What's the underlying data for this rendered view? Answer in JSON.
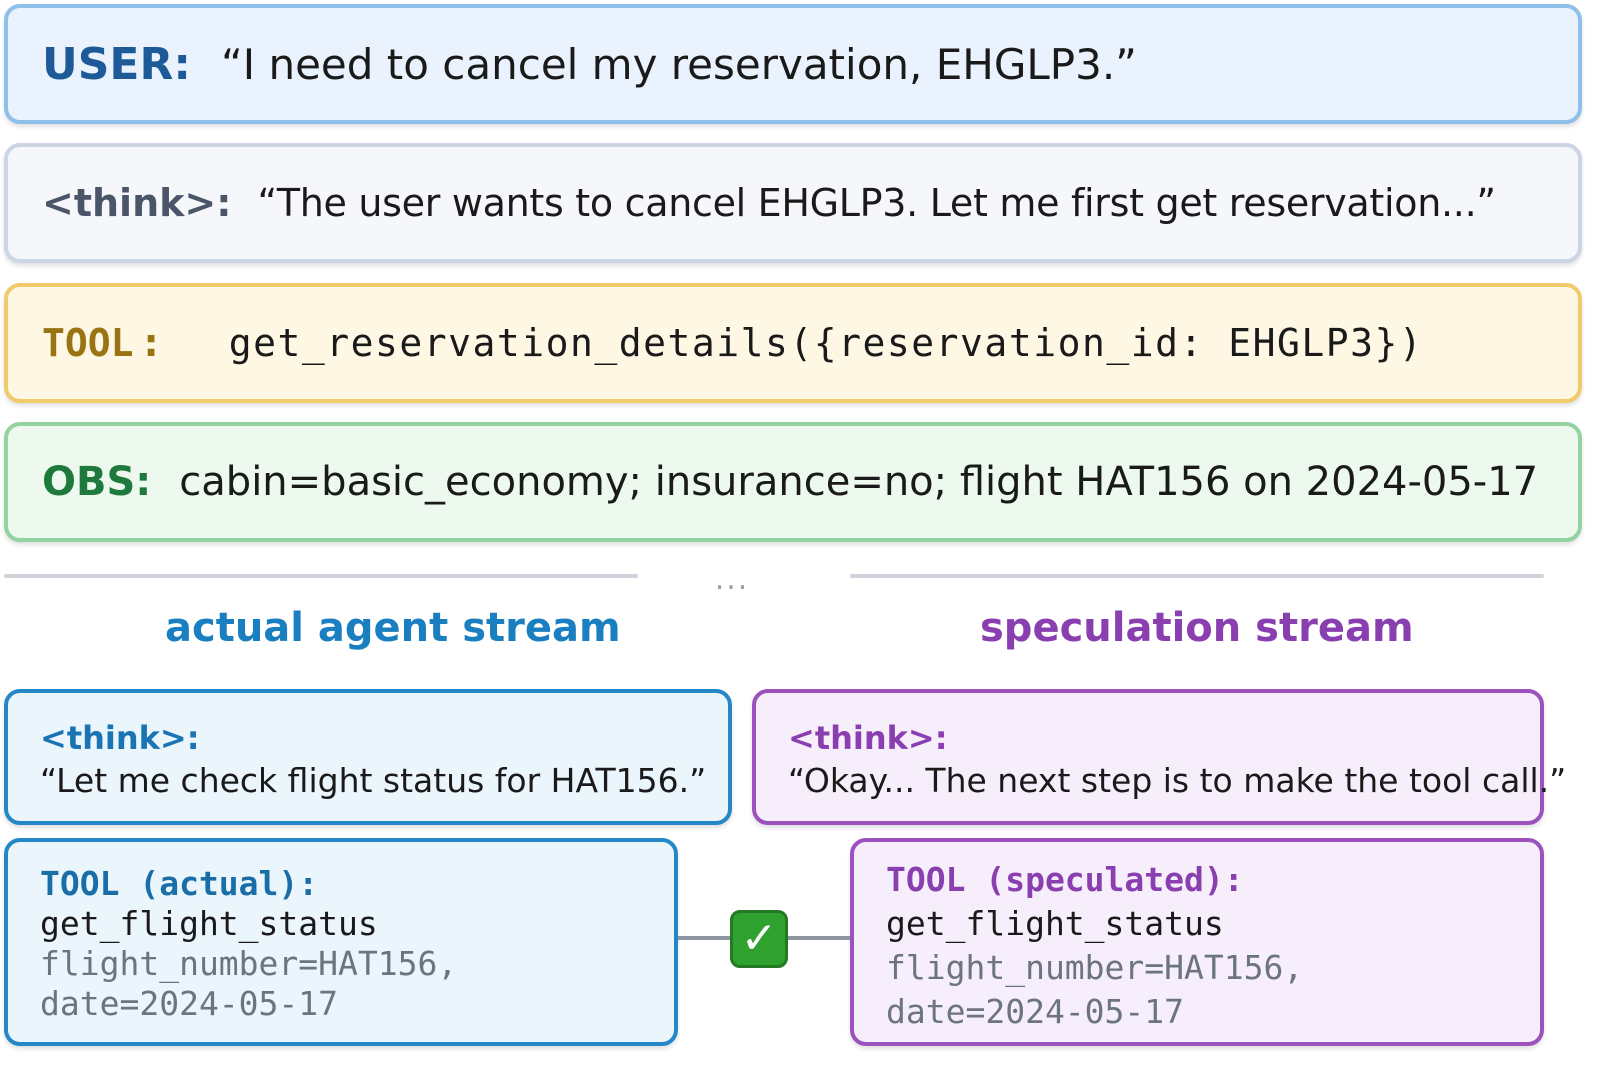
{
  "user": {
    "label": "USER:",
    "text": "“I need to cancel my reservation, EHGLP3.”"
  },
  "think": {
    "label": "<think>:",
    "text": "“The user wants to cancel EHGLP3. Let me first get reservation...”"
  },
  "tool": {
    "label": "TOOL",
    "colon": ":",
    "text": "get_reservation_details({reservation_id: EHGLP3})"
  },
  "obs": {
    "label": "OBS:",
    "text": "cabin=basic_economy; insurance=no; flight HAT156 on 2024-05-17"
  },
  "separator": {
    "dots": "..."
  },
  "actual_stream": {
    "title": "actual agent stream",
    "think_label": "<think>:",
    "think_text": "“Let me check flight status for HAT156.”",
    "tool_label": "TOOL (actual):",
    "tool_name": "get_flight_status",
    "tool_args": [
      "flight_number=HAT156,",
      "date=2024-05-17"
    ]
  },
  "speculation_stream": {
    "title": "speculation stream",
    "think_label": "<think>:",
    "think_text": "“Okay... The next step is to make the tool call.”",
    "tool_label": "TOOL (speculated):",
    "tool_name": "get_flight_status",
    "tool_args": [
      "flight_number=HAT156,",
      "date=2024-05-17"
    ]
  },
  "match": {
    "icon": "check-mark-icon",
    "glyph": "✓"
  },
  "colors": {
    "user": "#1f5a98",
    "tool": "#9a7312",
    "obs": "#1e7a3c",
    "actual": "#1a7fc0",
    "speculation": "#8a3fb0",
    "match": "#2fa12f"
  }
}
